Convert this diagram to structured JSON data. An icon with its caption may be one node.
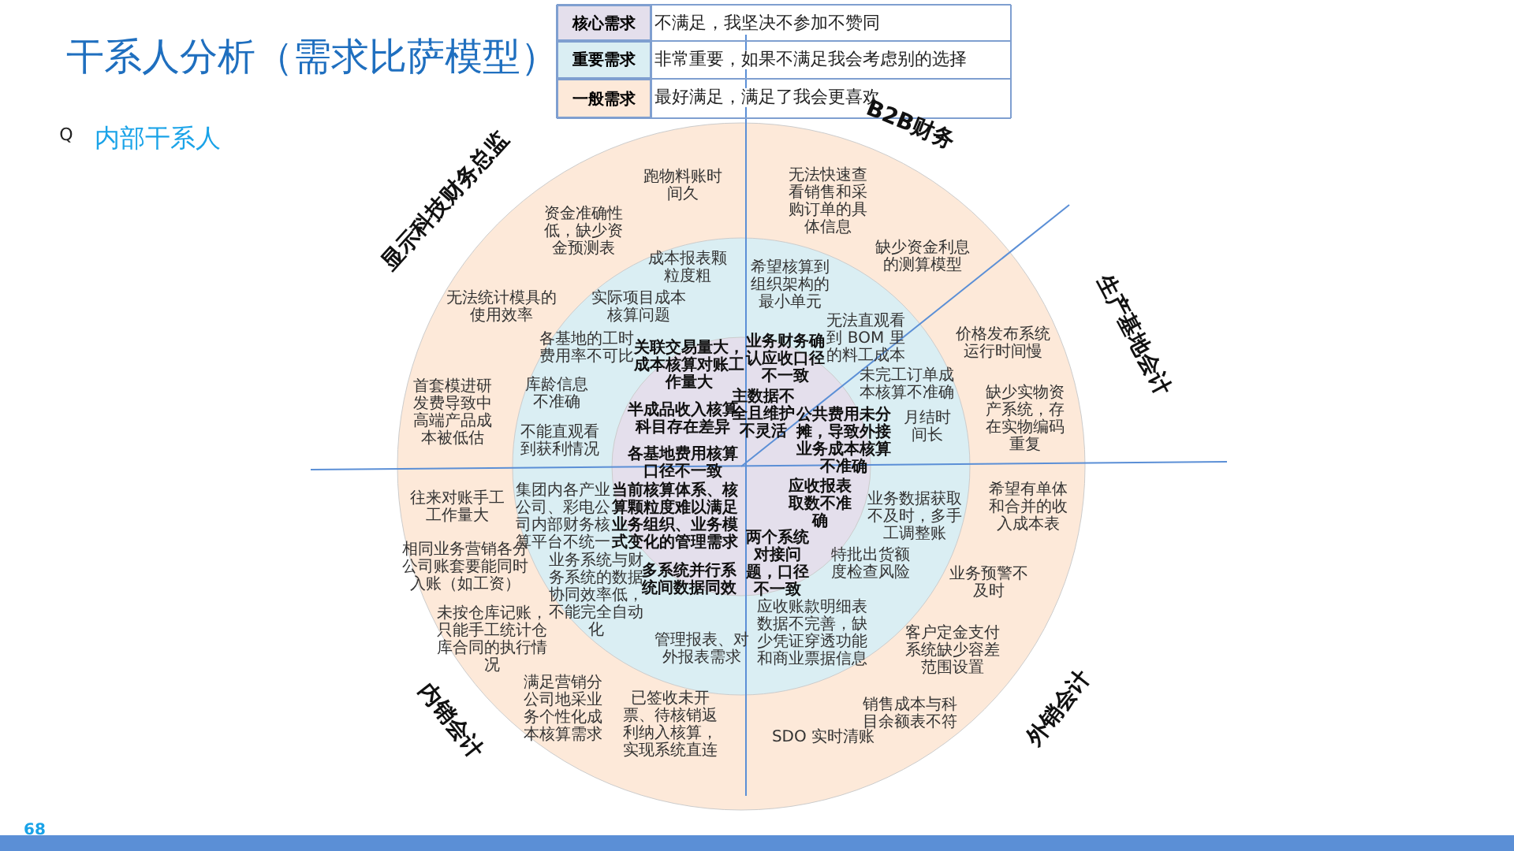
{
  "diagram": {
    "title": "干系人分析（需求比萨模型）",
    "labels": [
      "Q",
      "内部干系人",
      "不满足，我坚决不参加不赞同",
      "非常重要，如果不满足我会考虑别的选择",
      "最好满足，满足了我会更喜欢",
      "显示科技财务总监",
      "B2B财务",
      "生产基地会计",
      "外销会计",
      "内销会计",
      "跑物料账时间久",
      "资金准确性低，缺少资金预测表",
      "成本报表颗粒度粗",
      "无法统计模具的使用效率",
      "实际项目成本核算问题",
      "各基地的工时费用率不可比",
      "关联交易量大，成本核算对账工作量大",
      "首套模进研发费导致中高端产品成本被低估",
      "库龄信息不准确",
      "半成品收入核算科目存在差异",
      "不能直观看到获利情况",
      "无法快速查看销售和采购订单的具体信息",
      "缺少资金利息的测算模型",
      "希望核算到组织架构的最小单元",
      "无法直观看到 BOM 里的料工成本",
      "价格发布系统运行时间慢",
      "业务财务确认应收口径不一致",
      "未完工订单成本核算不准确",
      "主数据不全且维护不灵活",
      "月结时间长",
      "缺少实物资产系统，存在实物编码重复",
      "公共费用未分摊，导致外接业务成本核算不准确",
      "各基地费用核算口径不一致",
      "往来对账手工工作量大",
      "集团内各产业公司、彩电公司内部财务核算平台不统一",
      "当前核算体系、核算颗粒度难以满足业务组织、业务模式变化的管理需求",
      "多系统并行系统间数据同效",
      "业务系统与财务系统的数据协同效率低，不能完全自动化",
      "管理报表、对外报表需求",
      "相同业务营销各分公司账套要能同时入账（如工资）",
      "未按仓库记账，只能手工统计仓库合同的执行情况",
      "满足营销分公司地采业务个性化成本核算需求",
      "已签收未开票、待核销返利纳入核算，实现系统直连",
      "应收报表取数不准确",
      "两个系统对接问题，口径不一致",
      "业务数据获取不及时，多手工调整账",
      "特批出货额度检查风险",
      "应收账款明细表数据不完善，缺少凭证穿透功能和商业票据信息",
      "希望有单体和合并的收入成本表",
      "业务预警不及时",
      "客户定金支付系统缺少容差范围设置",
      "销售成本与科目余额表不符",
      "SDO 实时清账",
      "68"
    ],
    "legend": [
      {
        "text": "核心需求",
        "color": "#e4dfec"
      },
      {
        "text": "重要需求",
        "color": "#daeef3"
      },
      {
        "text": "一般需求",
        "color": "#fde9d9"
      }
    ]
  }
}
